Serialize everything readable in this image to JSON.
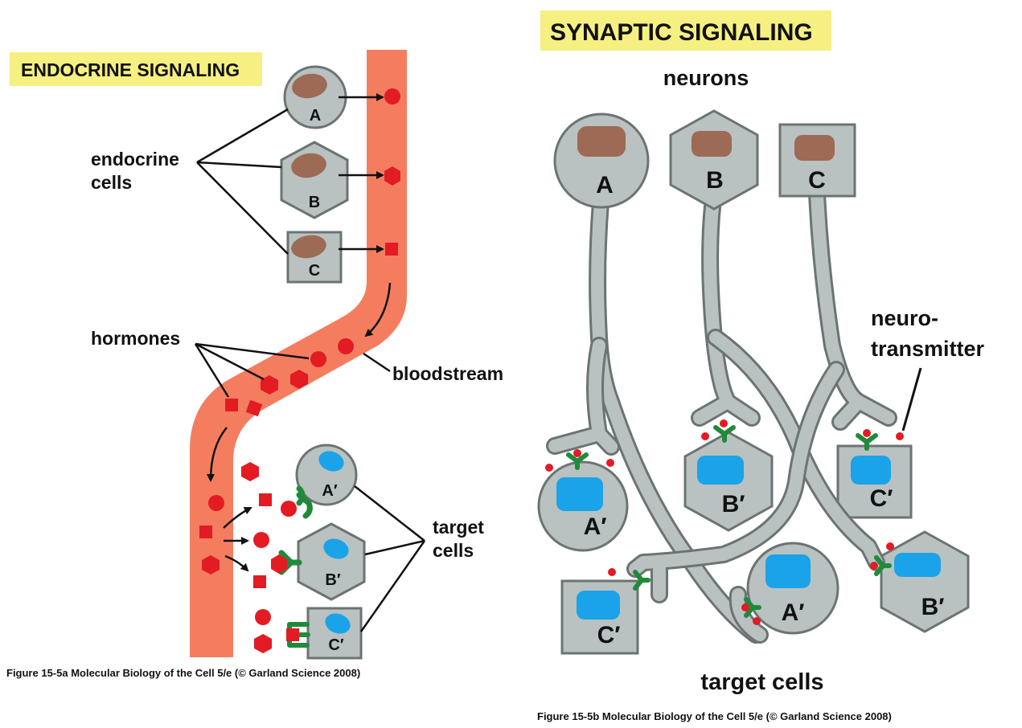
{
  "endocrine": {
    "title": "ENDOCRINE SIGNALING",
    "endocrine_cells_label": [
      "endocrine",
      "cells"
    ],
    "hormones_label": "hormones",
    "bloodstream_label": "bloodstream",
    "target_cells_label": [
      "target",
      "cells"
    ],
    "source_cells": [
      "A",
      "B",
      "C"
    ],
    "target_cells": [
      "A′",
      "B′",
      "C′"
    ],
    "caption": "Figure 15-5a  Molecular Biology of the Cell 5/e (© Garland Science 2008)"
  },
  "synaptic": {
    "title": "SYNAPTIC SIGNALING",
    "neurons_label": "neurons",
    "neurotransmitter_label": [
      "neuro-",
      "transmitter"
    ],
    "target_cells_label": "target cells",
    "neurons": [
      "A",
      "B",
      "C"
    ],
    "targets": [
      "A′",
      "B′",
      "C′",
      "C′",
      "A′",
      "B′"
    ],
    "caption": "Figure 15-5b  Molecular Biology of the Cell 5/e (© Garland Science 2008)"
  },
  "colors": {
    "title_bg": "#f5f081",
    "cell_fill": "#b9c1c1",
    "cell_stroke": "#6c7373",
    "nucleus_brown": "#9c6a55",
    "nucleus_blue": "#1aa3e8",
    "blood": "#f47d60",
    "hormone": "#e31b23",
    "receptor": "#1f8a3b",
    "neuron_fill": "#b9c1c1"
  }
}
